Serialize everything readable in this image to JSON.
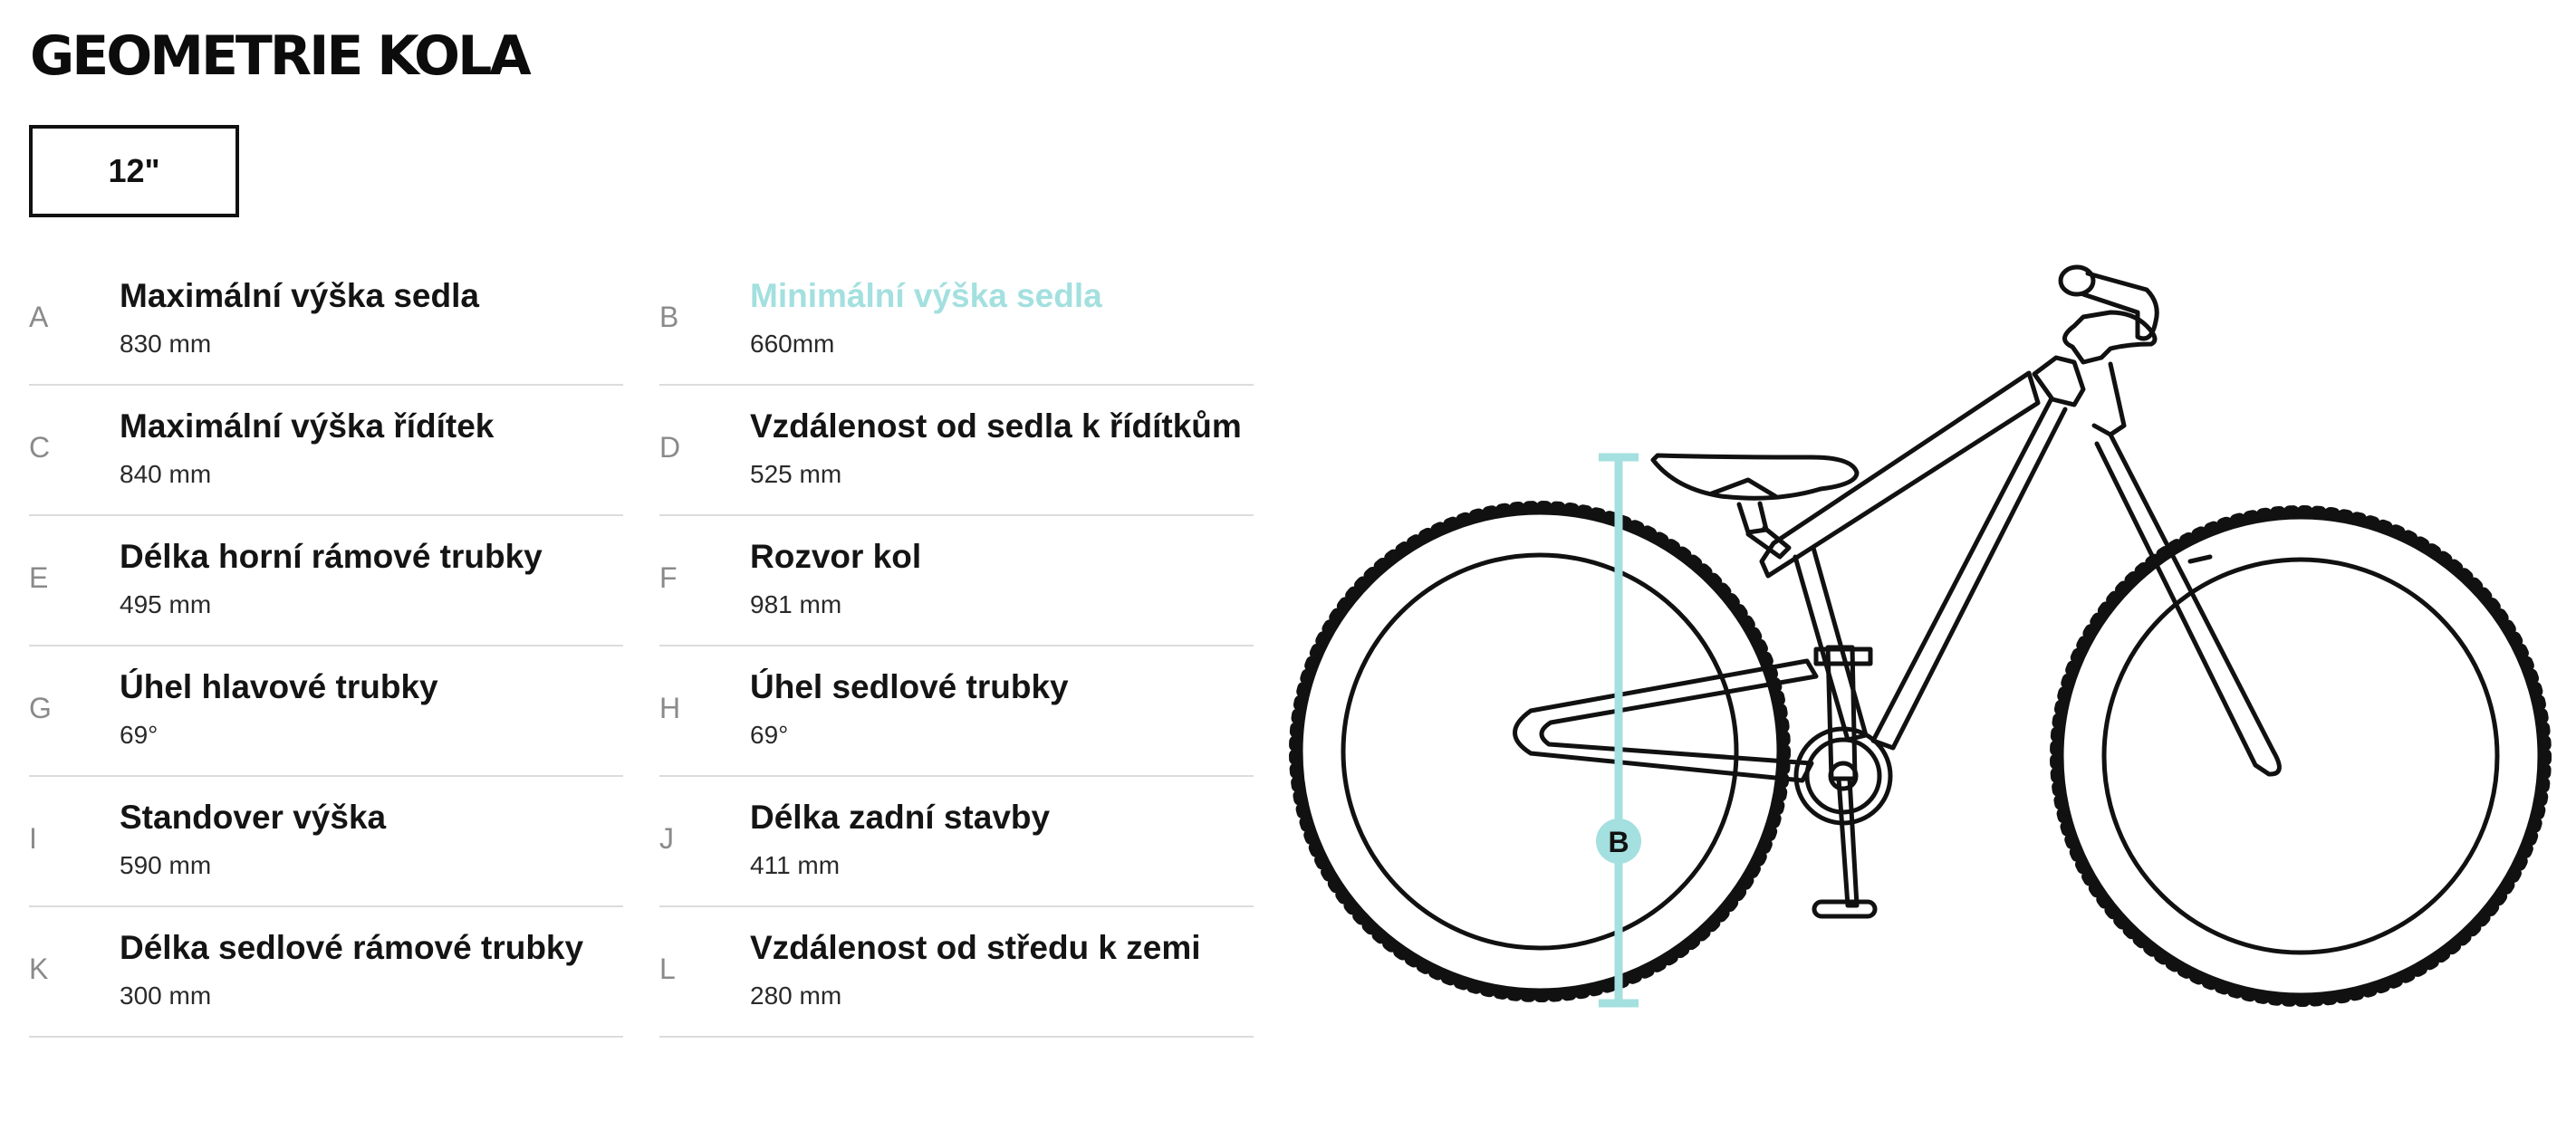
{
  "page": {
    "title": "GEOMETRIE KOLA"
  },
  "size_selector": {
    "selected": "12\""
  },
  "geometry": {
    "left": [
      {
        "letter": "A",
        "name": "Maximální výška sedla",
        "value": "830 mm"
      },
      {
        "letter": "C",
        "name": "Maximální výška řídítek",
        "value": "840 mm"
      },
      {
        "letter": "E",
        "name": "Délka horní rámové trubky",
        "value": "495 mm"
      },
      {
        "letter": "G",
        "name": "Úhel hlavové trubky",
        "value": "69°"
      },
      {
        "letter": "I",
        "name": "Standover výška",
        "value": "590 mm"
      },
      {
        "letter": "K",
        "name": "Délka sedlové rámové trubky",
        "value": "300 mm"
      }
    ],
    "right": [
      {
        "letter": "B",
        "name": "Minimální výška sedla",
        "value": "660mm",
        "active": true
      },
      {
        "letter": "D",
        "name": "Vzdálenost od sedla k řídítkům",
        "value": "525 mm"
      },
      {
        "letter": "F",
        "name": "Rozvor kol",
        "value": "981 mm"
      },
      {
        "letter": "H",
        "name": "Úhel sedlové trubky",
        "value": "69°"
      },
      {
        "letter": "J",
        "name": "Délka zadní stavby",
        "value": "411 mm"
      },
      {
        "letter": "L",
        "name": "Vzdálenost od středu k zemi",
        "value": "280 mm"
      }
    ]
  },
  "diagram": {
    "marker_label": "B"
  },
  "colors": {
    "accent": "#a3e0df",
    "text": "#111111",
    "divider": "#dcdcdc"
  }
}
